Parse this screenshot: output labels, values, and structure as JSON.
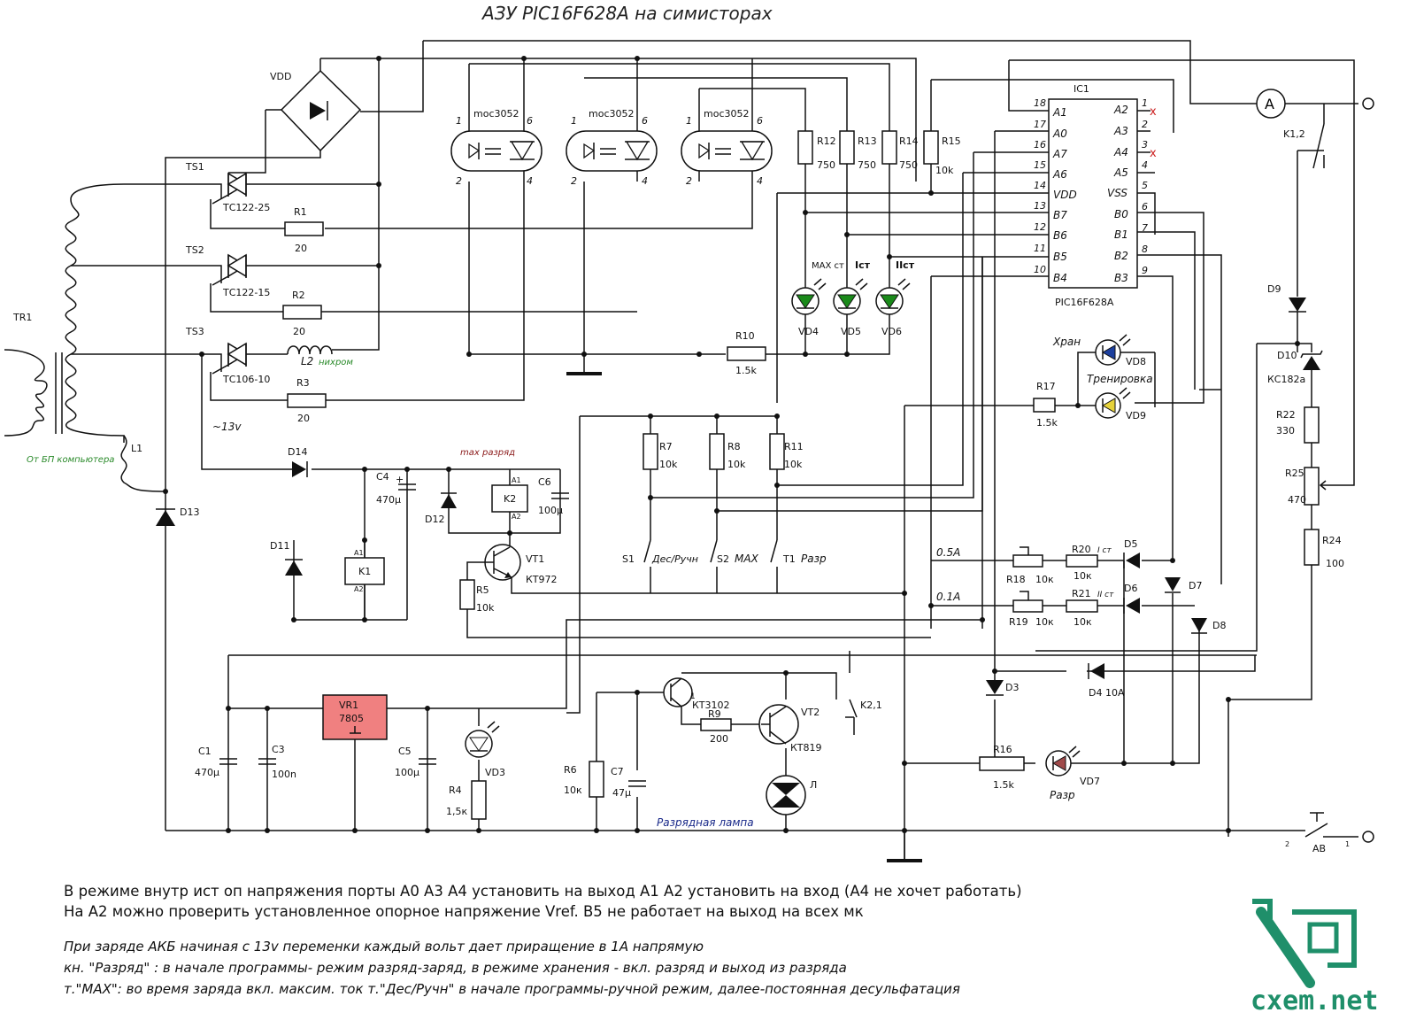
{
  "title": "АЗУ PIC16F628A на симисторах",
  "components": {
    "tr1": "TR1",
    "vdd": "VDD",
    "ts1": "TS1",
    "ts2": "TS2",
    "ts3": "TS3",
    "tc1": "ТС122-25",
    "tc2": "ТС122-15",
    "tc3": "ТС106-10",
    "r1": "R1",
    "r2": "R2",
    "r3": "R3",
    "r1v": "20",
    "r2v": "20",
    "r3v": "20",
    "l2": "L2",
    "l2note": "нихром",
    "l1": "L1",
    "l1note": "От БП компьютера",
    "v13": "~13v",
    "moc": "moc3052",
    "p1": "1",
    "p2": "2",
    "p4": "4",
    "p6": "6",
    "r12": "R12",
    "r13": "R13",
    "r14": "R14",
    "r15": "R15",
    "v750": "750",
    "v10k": "10k",
    "maxst": "MAX ст",
    "ist": "Iст",
    "iist": "IIст",
    "vd4": "VD4",
    "vd5": "VD5",
    "vd6": "VD6",
    "r10": "R10",
    "r10v": "1.5k",
    "ic1": "IC1",
    "icname": "PIC16F628A",
    "a1": "A1",
    "a0": "A0",
    "a7": "A7",
    "a6": "A6",
    "vddp": "VDD",
    "b7": "B7",
    "b6": "B6",
    "b5": "B5",
    "b4": "B4",
    "a2": "A2",
    "a3": "A3",
    "a4": "A4",
    "a5": "A5",
    "vss": "VSS",
    "b0": "B0",
    "b1": "B1",
    "b2": "B2",
    "b3": "B3",
    "n18": "18",
    "n17": "17",
    "n16": "16",
    "n15": "15",
    "n14": "14",
    "n13": "13",
    "n12": "12",
    "n11": "11",
    "n10": "10",
    "n1": "1",
    "n2": "2",
    "n3": "3",
    "n4": "4",
    "n5": "5",
    "n6": "6",
    "n7": "7",
    "n8": "8",
    "n9": "9",
    "xmark": "x",
    "amp": "A",
    "k12": "K1,2",
    "d9": "D9",
    "d10": "D10",
    "kc182": "КС182а",
    "r22": "R22",
    "r22v": "330",
    "r25": "R25",
    "r25v": "470",
    "r24": "R24",
    "r24v": "100",
    "hran": "Хран",
    "vd8": "VD8",
    "trenir": "Тренировка",
    "vd9": "VD9",
    "r17": "R17",
    "r17v": "1.5k",
    "d14": "D14",
    "maxrazr": "max разряд",
    "c4": "C4",
    "c4v": "470µ",
    "c6": "C6",
    "c6v": "100µ",
    "a1p": "A1",
    "a2p": "A2",
    "k2": "K2",
    "k1": "K1",
    "d11": "D11",
    "d12": "D12",
    "d13": "D13",
    "vt1": "VT1",
    "kt972": "КТ972",
    "r5": "R5",
    "r5v": "10k",
    "r7": "R7",
    "r8": "R8",
    "r11": "R11",
    "r7v": "10k",
    "r8v": "10k",
    "r11v": "10k",
    "s1": "S1",
    "s1n": "Дес/Ручн",
    "s2": "S2",
    "s2n": "MAX",
    "t1": "T1",
    "t1n": "Разр",
    "i05": "0.5A",
    "i01": "0.1A",
    "r18": "R18",
    "r18v": "10к",
    "r19": "R19",
    "r19v": "10к",
    "r20": "R20",
    "r20v": "10к",
    "r21": "R21",
    "r21v": "10к",
    "ist2": "I cт",
    "iist2": "II cт",
    "d5": "D5",
    "d6": "D6",
    "d7": "D7",
    "d8": "D8",
    "d3": "D3",
    "d4": "D4 10A",
    "vr1": "VR1",
    "vr1v": "7805",
    "c1": "C1",
    "c1v": "470µ",
    "c3": "C3",
    "c3v": "100n",
    "c5": "C5",
    "c5v": "100µ",
    "vd3": "VD3",
    "r4": "R4",
    "r4v": "1,5к",
    "r6": "R6",
    "r6v": "10к",
    "c7": "C7",
    "c7v": "47µ",
    "kt3102": "КТ3102",
    "one": "1",
    "r9": "R9",
    "r9v": "200",
    "vt2": "VT2",
    "kt819": "КТ819",
    "k21": "K2,1",
    "lamp": "Л",
    "lampnote": "Разрядная лампа",
    "r16": "R16",
    "r16v": "1.5k",
    "vd7": "VD7",
    "razr": "Разр",
    "ab": "AB",
    "ab2": "2",
    "ab1": "1"
  },
  "notes": [
    "В режиме внутр ист оп напряжения порты А0  А3 А4 установить на выход  А1 А2 установить на вход (А4 не хочет работать)",
    "На А2 можно проверить установленное опорное напряжение Vref. B5 не работает на выход на всех мк"
  ],
  "notes_italic": [
    "При заряде АКБ начиная с 13v переменки каждый вольт дает приращение в 1А напрямую",
    "кн. \"Разряд\" : в начале программы- режим разряд-заряд, в режиме хранения - вкл. разряд и выход из разряда",
    "т.\"MAX\": во время заряда вкл. максим. ток   т.\"Дес/Ручн\" в начале программы-ручной режим, далее-постоянная десульфатация"
  ],
  "logo": "cxem.net",
  "colors": {
    "led_green": "#1a8a1a",
    "led_blue": "#1c3f9e",
    "led_yellow": "#e6d23a",
    "led_red": "#a04a4a",
    "regulator": "#f08080",
    "note_green": "#2a8a2a",
    "note_red": "#8b1a1a",
    "note_blue": "#1a2a8a",
    "logo": "#1f8f6a",
    "x_mark": "#cc2222"
  }
}
